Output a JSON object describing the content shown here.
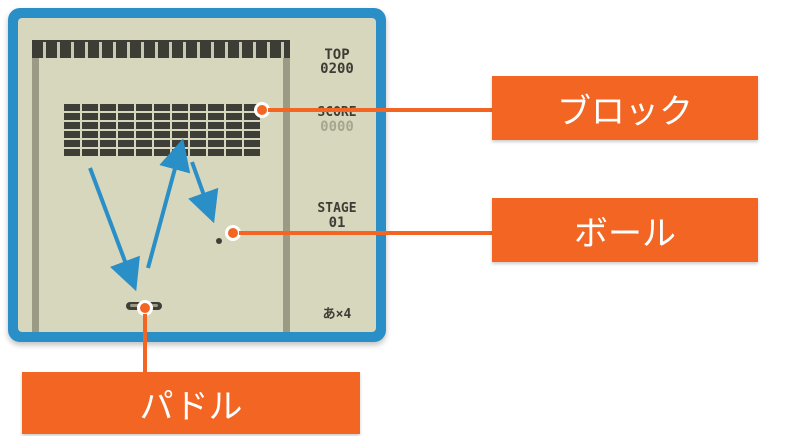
{
  "game": {
    "hud": {
      "top_label": "TOP",
      "top_value": "0200",
      "score_label": "SCORE",
      "score_value": "0000",
      "stage_label": "STAGE",
      "stage_value": "01",
      "lives": "あ×4"
    }
  },
  "callouts": {
    "block": "ブロック",
    "ball": "ボール",
    "paddle": "パドル"
  },
  "colors": {
    "callout_bg": "#f26522",
    "frame": "#2a8fc7",
    "screen": "#d7d7bd",
    "trajectory": "#2a8fc7"
  }
}
